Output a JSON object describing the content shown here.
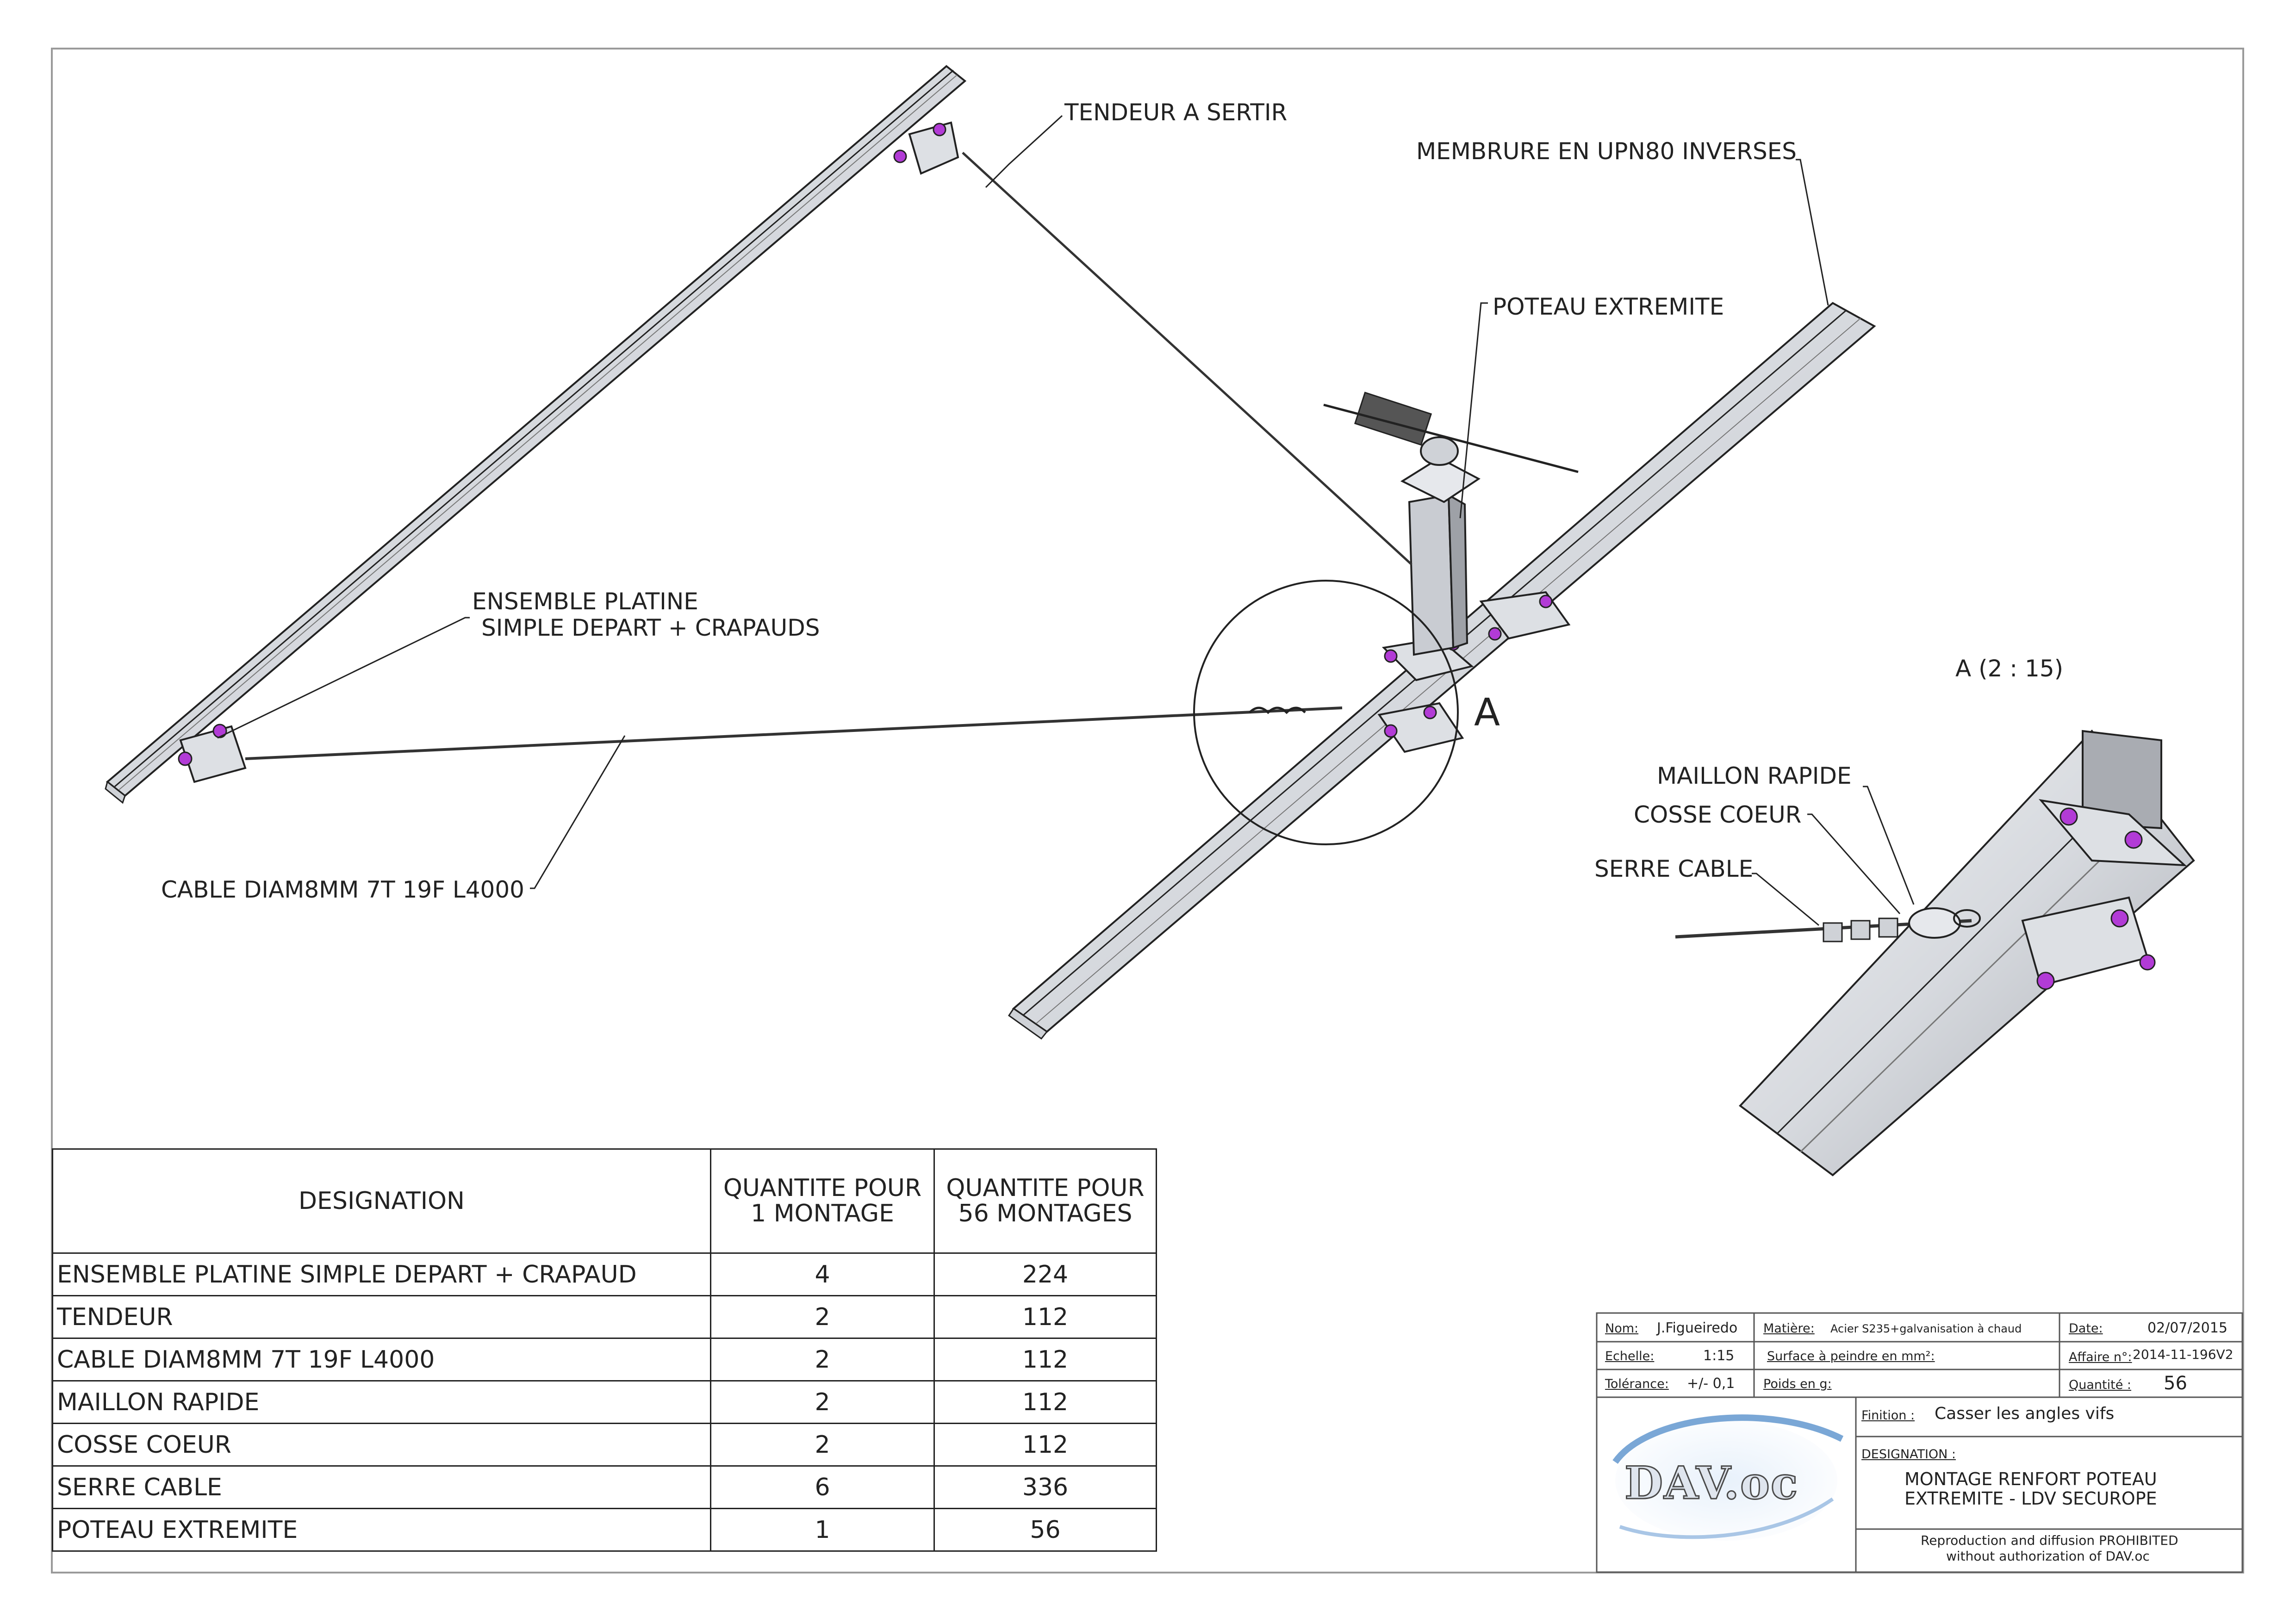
{
  "callouts": {
    "tendeur": "TENDEUR A SERTIR",
    "membrure": "MEMBRURE EN UPN80 INVERSES",
    "poteau": "POTEAU EXTREMITE",
    "ensemble_line1": "ENSEMBLE PLATINE",
    "ensemble_line2": "SIMPLE DEPART + CRAPAUDS",
    "cable": "CABLE DIAM8MM 7T 19F L4000",
    "detail_marker": "A",
    "detail_title": "A (2 : 15)",
    "maillon": "MAILLON RAPIDE",
    "cosse": "COSSE COEUR",
    "serre": "SERRE CABLE"
  },
  "bom": {
    "headers": {
      "designation": "DESIGNATION",
      "qty1_line1": "QUANTITE  POUR",
      "qty1_line2": "1 MONTAGE",
      "qty56_line1": "QUANTITE POUR",
      "qty56_line2": "56 MONTAGES"
    },
    "rows": [
      {
        "designation": "ENSEMBLE PLATINE SIMPLE DEPART + CRAPAUD",
        "qty1": "4",
        "qty56": "224"
      },
      {
        "designation": "TENDEUR",
        "qty1": "2",
        "qty56": "112"
      },
      {
        "designation": "CABLE DIAM8MM 7T 19F L4000",
        "qty1": "2",
        "qty56": "112"
      },
      {
        "designation": "MAILLON RAPIDE",
        "qty1": "2",
        "qty56": "112"
      },
      {
        "designation": "COSSE COEUR",
        "qty1": "2",
        "qty56": "112"
      },
      {
        "designation": "SERRE CABLE",
        "qty1": "6",
        "qty56": "336"
      },
      {
        "designation": "POTEAU EXTREMITE",
        "qty1": "1",
        "qty56": "56"
      }
    ]
  },
  "title_block": {
    "nom_label": "Nom:",
    "nom_value": "J.Figueiredo",
    "matiere_label": "Matière:",
    "matiere_value": "Acier S235+galvanisation à chaud",
    "date_label": "Date:",
    "date_value": "02/07/2015",
    "echelle_label": "Echelle:",
    "echelle_value": "1:15",
    "surface_label": "Surface à peindre en mm²:",
    "affaire_label": "Affaire n°:",
    "affaire_value": "2014-11-196V2",
    "tolerance_label": "Tolérance:",
    "tolerance_value": "+/- 0,1",
    "poids_label": "Poids en g:",
    "quantite_label": "Quantité :",
    "quantite_value": "56",
    "finition_label": "Finition :",
    "finition_value": "Casser les angles vifs",
    "designation_label": "DESIGNATION :",
    "designation_line1": "MONTAGE RENFORT POTEAU",
    "designation_line2": "EXTREMITE - LDV SECUROPE",
    "logo_text": "DAV.oc",
    "repro_line1": "Reproduction and diffusion PROHIBITED",
    "repro_line2": "without authorization of DAV.oc"
  },
  "colors": {
    "line": "#222222",
    "steel_light": "#e6e8ec",
    "steel_mid": "#c9ccd2",
    "steel_dark": "#8d9096",
    "bolt": "#b23bd6",
    "logo_blue": "#7aa7d6"
  }
}
